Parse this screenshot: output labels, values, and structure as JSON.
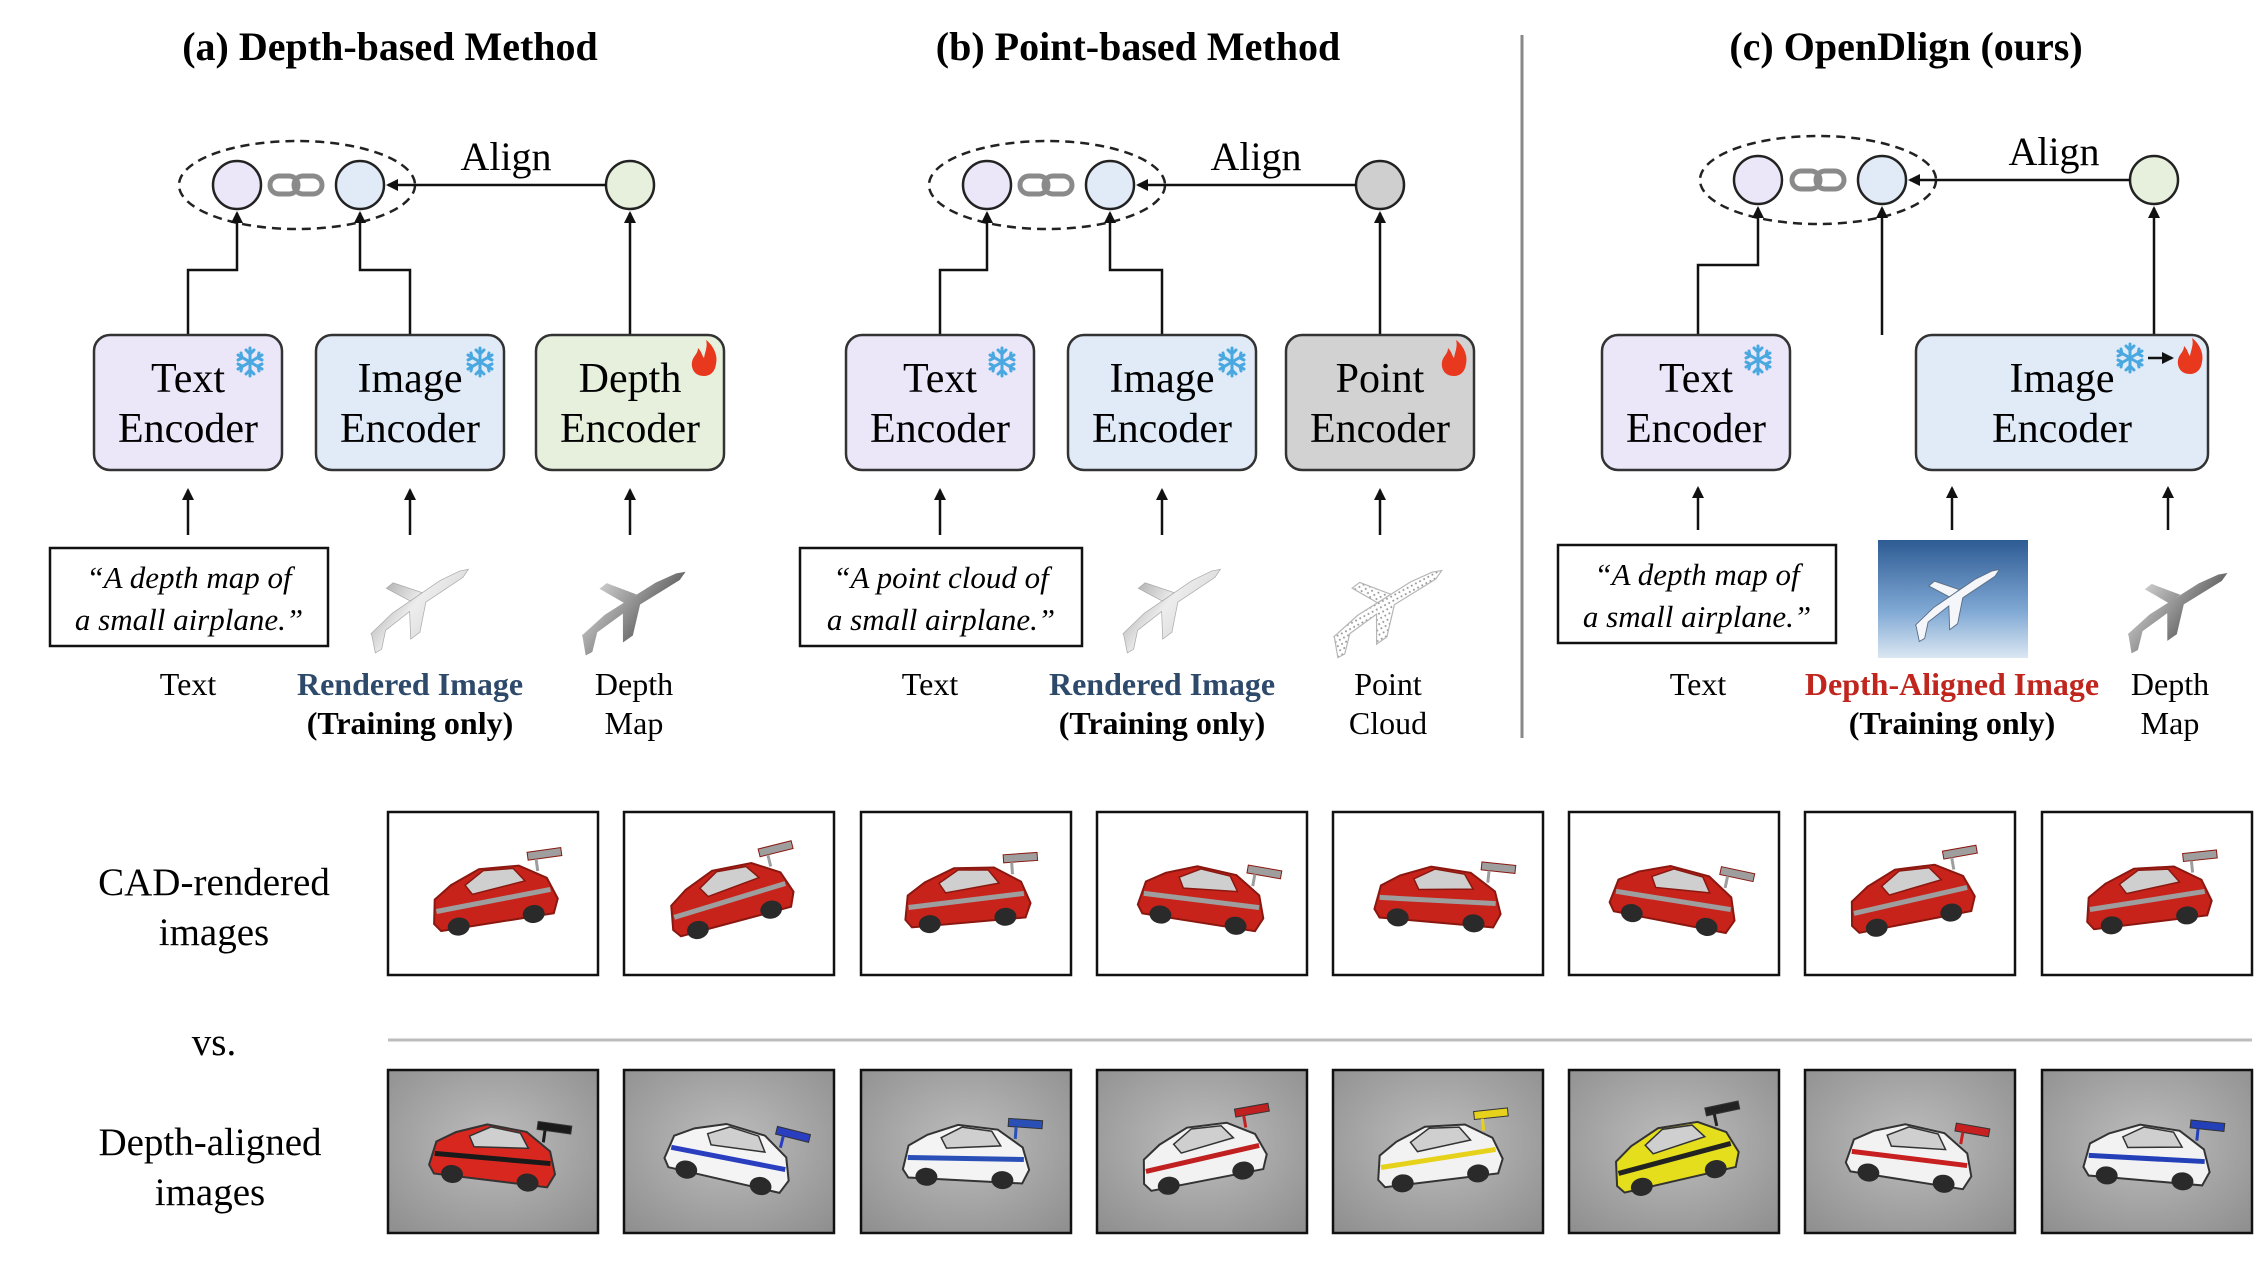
{
  "panels": [
    {
      "title": "(a) Depth-based Method",
      "align": "Align",
      "encoders": [
        {
          "line1": "Text",
          "line2": "Encoder"
        },
        {
          "line1": "Image",
          "line2": "Encoder"
        },
        {
          "line1": "Depth",
          "line2": "Encoder"
        }
      ],
      "quote_line1": "“A depth map of",
      "quote_line2": "a small airplane.”",
      "text_label": "Text",
      "image_label": "Rendered Image",
      "image_sublabel": "(Training only)",
      "third_label1": "Depth",
      "third_label2": "Map"
    },
    {
      "title": "(b) Point-based Method",
      "align": "Align",
      "encoders": [
        {
          "line1": "Text",
          "line2": "Encoder"
        },
        {
          "line1": "Image",
          "line2": "Encoder"
        },
        {
          "line1": "Point",
          "line2": "Encoder"
        }
      ],
      "quote_line1": "“A point cloud of",
      "quote_line2": "a small airplane.”",
      "text_label": "Text",
      "image_label": "Rendered Image",
      "image_sublabel": "(Training only)",
      "third_label1": "Point",
      "third_label2": "Cloud"
    },
    {
      "title": "(c) OpenDlign (ours)",
      "align": "Align",
      "encoders": [
        {
          "line1": "Text",
          "line2": "Encoder"
        },
        {
          "line1": "Image",
          "line2": "Encoder"
        }
      ],
      "quote_line1": "“A depth map of",
      "quote_line2": "a small airplane.”",
      "text_label": "Text",
      "image_label": "Depth-Aligned Image",
      "image_sublabel": "(Training only)",
      "third_label1": "Depth",
      "third_label2": "Map"
    }
  ],
  "rows": {
    "cad_line1": "CAD-rendered",
    "cad_line2": "images",
    "vs": "vs.",
    "depth_line1": "Depth-aligned",
    "depth_line2": "images"
  },
  "colors": {
    "text_encoder": "#ebe6f8",
    "image_encoder": "#e1ebf7",
    "depth_encoder": "#e6f0dc",
    "point_encoder": "#d2d2d2",
    "rendered_label": "#2e4a6b",
    "aligned_label": "#c0261e",
    "snowflake": "#4aa8e0",
    "flame": "#e8381e"
  },
  "cad_images": [
    "car-1",
    "car-2",
    "car-3",
    "car-4",
    "car-5",
    "car-6",
    "car-7",
    "car-8"
  ],
  "aligned_cars": [
    {
      "body": "#d8271e",
      "accent": "#1a1a1a"
    },
    {
      "body": "#f4f4f4",
      "accent": "#2a3ec0"
    },
    {
      "body": "#f4f4f4",
      "accent": "#2a50b8"
    },
    {
      "body": "#f2f2f2",
      "accent": "#c02020"
    },
    {
      "body": "#f2f2f2",
      "accent": "#e6d21a"
    },
    {
      "body": "#e4de1c",
      "accent": "#222222"
    },
    {
      "body": "#f2f2f2",
      "accent": "#c82020"
    },
    {
      "body": "#f2f2f2",
      "accent": "#2440b8"
    }
  ]
}
